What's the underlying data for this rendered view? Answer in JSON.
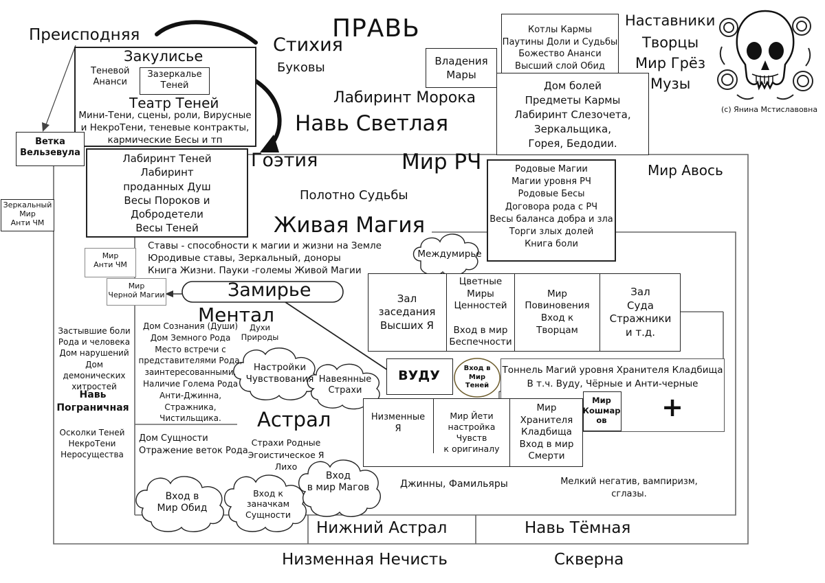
{
  "titles": {
    "prav": "ПРАВЬ",
    "nav_light": "Навь Светлая",
    "goetia": "Гоэтия",
    "mir_rch": "Мир РЧ",
    "mir_avos": "Мир Авось",
    "zhivaya": "Живая Магия",
    "zamirye": "Замирье",
    "mental": "Ментал",
    "astral": "Астрал",
    "nizh_astral": "Нижний Астрал",
    "nav_dark": "Навь Тёмная",
    "nizm_nechist": "Низменная Нечисть",
    "skverna": "Скверна",
    "stikhiya": "Стихия",
    "bukovy": "Буковы",
    "labirint_moroka": "Лабиринт Морока",
    "polotno": "Полотно Судьбы",
    "preispodnyaya": "Преисподняя",
    "copyright": "(c) Янина Мстиславовна"
  },
  "right_top": [
    "Наставники",
    "Творцы",
    "Мир Грёз",
    "Музы"
  ],
  "zakulise": {
    "title": "Закулисье",
    "teneviy_anansi": "Теневой\nАнанси",
    "zazerkale": "Зазеркалье\nТеней",
    "theatre": "Театр Теней",
    "desc": "Мини-Тени, сцены, роли, Вирусные\nи НекроТени,  теневые контракты,\nкармические Бесы и тп"
  },
  "vetka": "Ветка\nВельзевула",
  "labirint_box": "Лабиринт Теней\nЛабиринт\nпроданных Душ\nВесы Пороков и Добродетели\nВесы Теней",
  "mary": "Владения\nМары",
  "karma_box": "Котлы Кармы\nПаутины Доли и Судьбы\nБожество Ананси\nВысший слой Обид",
  "bolei_box": "Дом болей\nПредметы Кармы\nЛабиринт Слезочета,\nЗеркальщика,\nГорея, Бедодии.",
  "rodovye_box": "Родовые Магии\nМагии уровня РЧ\nРодовые Бесы\nДоговора рода с РЧ\nВесы баланса добра и зла\nТорги злых долей\nКнига боли",
  "zerkalny_mir": "Зеркальный\nМир\nАнти ЧМ",
  "mir_anti_chm": "Мир\nАнти ЧМ",
  "mir_chernoy": "Мир\nЧерной Магии",
  "stavy": "Ставы - способности к магии и жизни на Земле\nЮродивые ставы, Зеркальный, доноры\nКнига Жизни. Пауки -големы Живой Магии",
  "mezhdumirye": "Междумирье",
  "halls": [
    "Зал\nзаседания\nВысших Я",
    "Цветные\nМиры\nЦенностей\n\nВход в мир\nБеспечности",
    "Мир\nПовиновения\nВход к\nТворцам",
    "Зал\nСуда\nСтражники\nи т.д."
  ],
  "left_col": {
    "zastyvshie": "Застывшие боли\nРода и человека\nДом нарушений\nДом демонических\nхитростей",
    "nav_pogr": "Навь\nПограничная",
    "oskolki": "Осколки Теней\nНекроТени\nНеросущества"
  },
  "dom_soznaniya": "Дом Сознания (Души)\nДом Земного Рода\nМесто встречи с\nпредставителями Рода,\nзаинтересованными.\nНаличие Голема Рода\nАнти-Джинна,\nСтражника,\nЧистильщика.",
  "dukhi": "Духи\nПрироды",
  "clouds": {
    "nastroiki": "Настройки\nЧувствования",
    "naveyannye": "Навеянные\nСтрахи",
    "obid": "Вход в\nМир Обид",
    "zanachki": "Вход к\nзаначкам\nСущности",
    "magov": "Вход\nв мир Магов"
  },
  "vudu": "ВУДУ",
  "vkhod_teney": "Вход в\nМир\nТеней",
  "tonnel": "Тоннель Магий уровня Хранителя Кладбища\nВ т.ч. Вуду, Чёрные и Анти-черные",
  "koshmarov": "Мир\nКошмар\nов",
  "plus": "+",
  "lower_cells": [
    "Низменные\nЯ",
    "Мир Йети\nнастройка\nЧувств\nк оригиналу",
    "Мир\nХранителя\nКладбища\nВход в мир\nСмерти"
  ],
  "dom_sushchnosti": "Дом Сущности\nОтражение веток Рода",
  "strakhi": "Страхи Родные\nЭгоистическое Я\nЛихо",
  "dzhinny": "Джинны, Фамильяры",
  "negativ": "Мелкий негатив, вампиризм,\nсглазы."
}
